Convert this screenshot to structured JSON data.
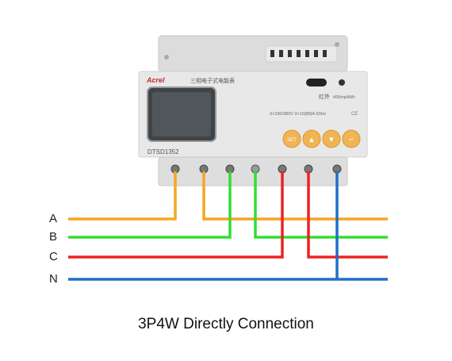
{
  "meter": {
    "brand": "Acrel",
    "title_cn": "三相电子式电能表",
    "model": "DTSD1352",
    "ir_label": "红外",
    "impulse_label": "400imp/kWh",
    "spec_line": "3×230/380V  3×10(80)A  50Hz",
    "cert_mark": "CE",
    "buttons": [
      "SET",
      "▲",
      "▼",
      "↵"
    ]
  },
  "phases": [
    {
      "label": "A",
      "color": "#f5a623"
    },
    {
      "label": "B",
      "color": "#33dd33"
    },
    {
      "label": "C",
      "color": "#ee2222"
    },
    {
      "label": "N",
      "color": "#1f6fc8"
    }
  ],
  "caption": "3P4W Directly Connection"
}
